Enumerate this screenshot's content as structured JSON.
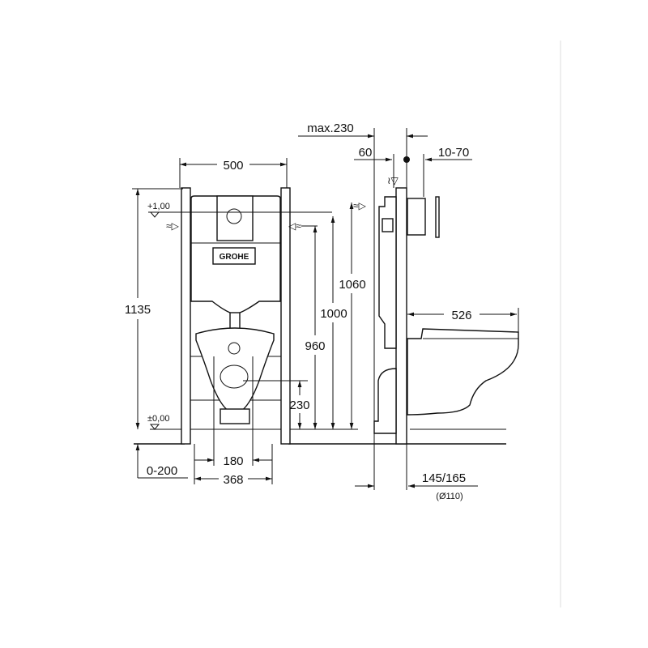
{
  "brand": "GROHE",
  "front_view": {
    "width_label": "500",
    "total_height_label": "1135",
    "level_top_label": "+1,00",
    "level_zero_label": "±0,00",
    "height_960": "960",
    "height_1000": "1000",
    "height_1060": "1060",
    "height_230": "230",
    "bolt_spacing_label": "180",
    "bolt_outer_label": "368",
    "floor_offset_label": "0-200"
  },
  "side_view": {
    "max_depth_label": "max.230",
    "depth_60_label": "60",
    "wall_10_70_label": "10-70",
    "bowl_projection_label": "526",
    "outlet_label": "145/165",
    "outlet_diameter_label": "(Ø110)"
  }
}
